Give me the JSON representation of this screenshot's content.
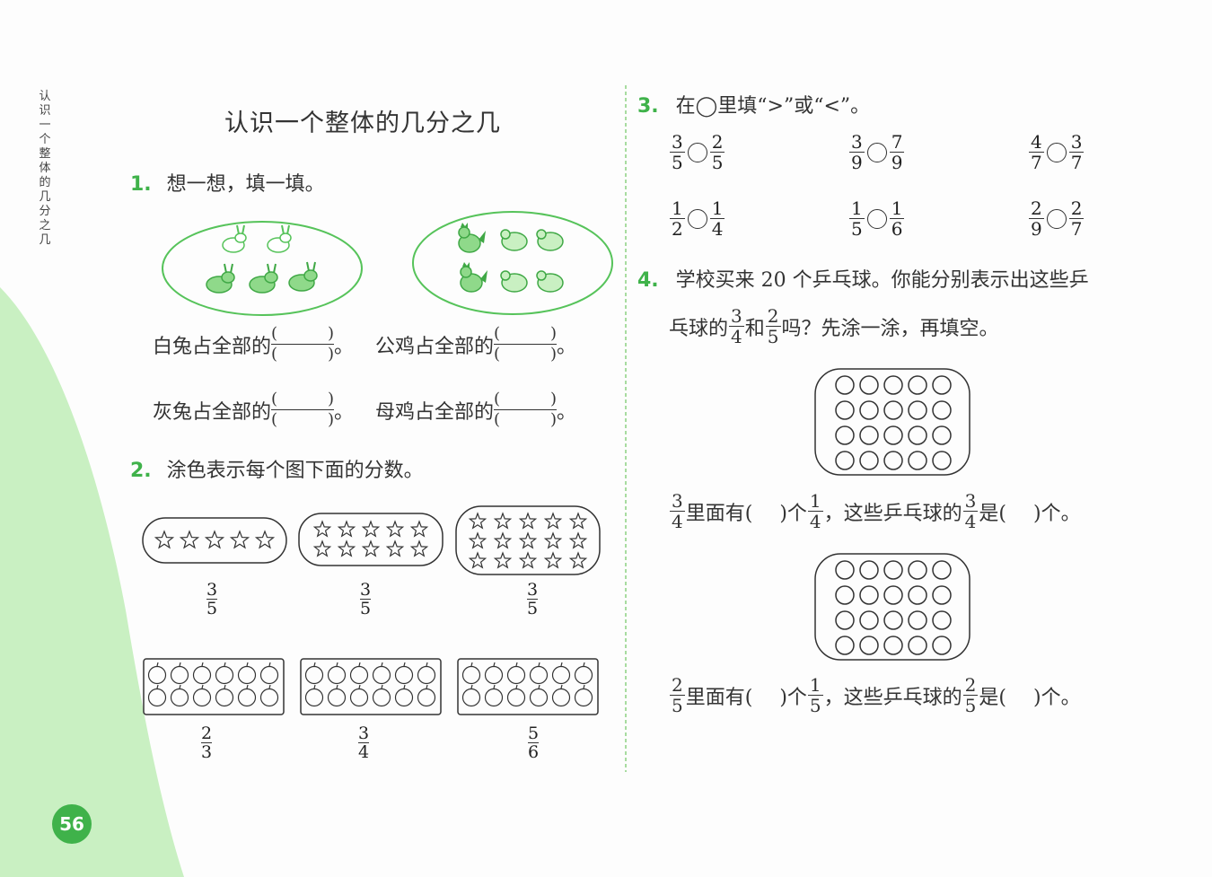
{
  "side_title": "认识一个整体的几分之几",
  "title": "认识一个整体的几分之几",
  "page_number": "56",
  "colors": {
    "accent": "#3fb24a",
    "green_fill": "#c9f0c2",
    "divider": "#a8dca0"
  },
  "q1": {
    "num": "1.",
    "text": "想一想，填一填。",
    "rows": [
      {
        "left": "白兔占全部的",
        "right": "公鸡占全部的"
      },
      {
        "left": "灰兔占全部的",
        "right": "母鸡占全部的"
      }
    ],
    "paren_open": "(",
    "paren_close": ")",
    "period": "。"
  },
  "q2": {
    "num": "2.",
    "text": "涂色表示每个图下面的分数。",
    "stars": [
      {
        "n": "3",
        "d": "5"
      },
      {
        "n": "3",
        "d": "5"
      },
      {
        "n": "3",
        "d": "5"
      }
    ],
    "apples": [
      {
        "n": "2",
        "d": "3"
      },
      {
        "n": "3",
        "d": "4"
      },
      {
        "n": "5",
        "d": "6"
      }
    ]
  },
  "q3": {
    "num": "3.",
    "text": "在◯里填“>”或“<”。",
    "pairs": [
      {
        "a": [
          "3",
          "5"
        ],
        "b": [
          "2",
          "5"
        ]
      },
      {
        "a": [
          "3",
          "9"
        ],
        "b": [
          "7",
          "9"
        ]
      },
      {
        "a": [
          "4",
          "7"
        ],
        "b": [
          "3",
          "7"
        ]
      },
      {
        "a": [
          "1",
          "2"
        ],
        "b": [
          "1",
          "4"
        ]
      },
      {
        "a": [
          "1",
          "5"
        ],
        "b": [
          "1",
          "6"
        ]
      },
      {
        "a": [
          "2",
          "9"
        ],
        "b": [
          "2",
          "7"
        ]
      }
    ]
  },
  "q4": {
    "num": "4.",
    "line1": "学校买来 20 个乒乓球。你能分别表示出这些乒",
    "line2_a": "乓球的",
    "line2_b": "和",
    "line2_c": "吗？先涂一涂，再填空。",
    "f1": [
      "3",
      "4"
    ],
    "f2": [
      "2",
      "5"
    ],
    "a_mid1": "里面有(",
    "a_mid2": ")个",
    "a_mid3": "，这些乒乓球的",
    "a_mid4": "是(",
    "a_end": ")个。",
    "unit1": [
      "1",
      "4"
    ],
    "unit2": [
      "1",
      "5"
    ]
  }
}
